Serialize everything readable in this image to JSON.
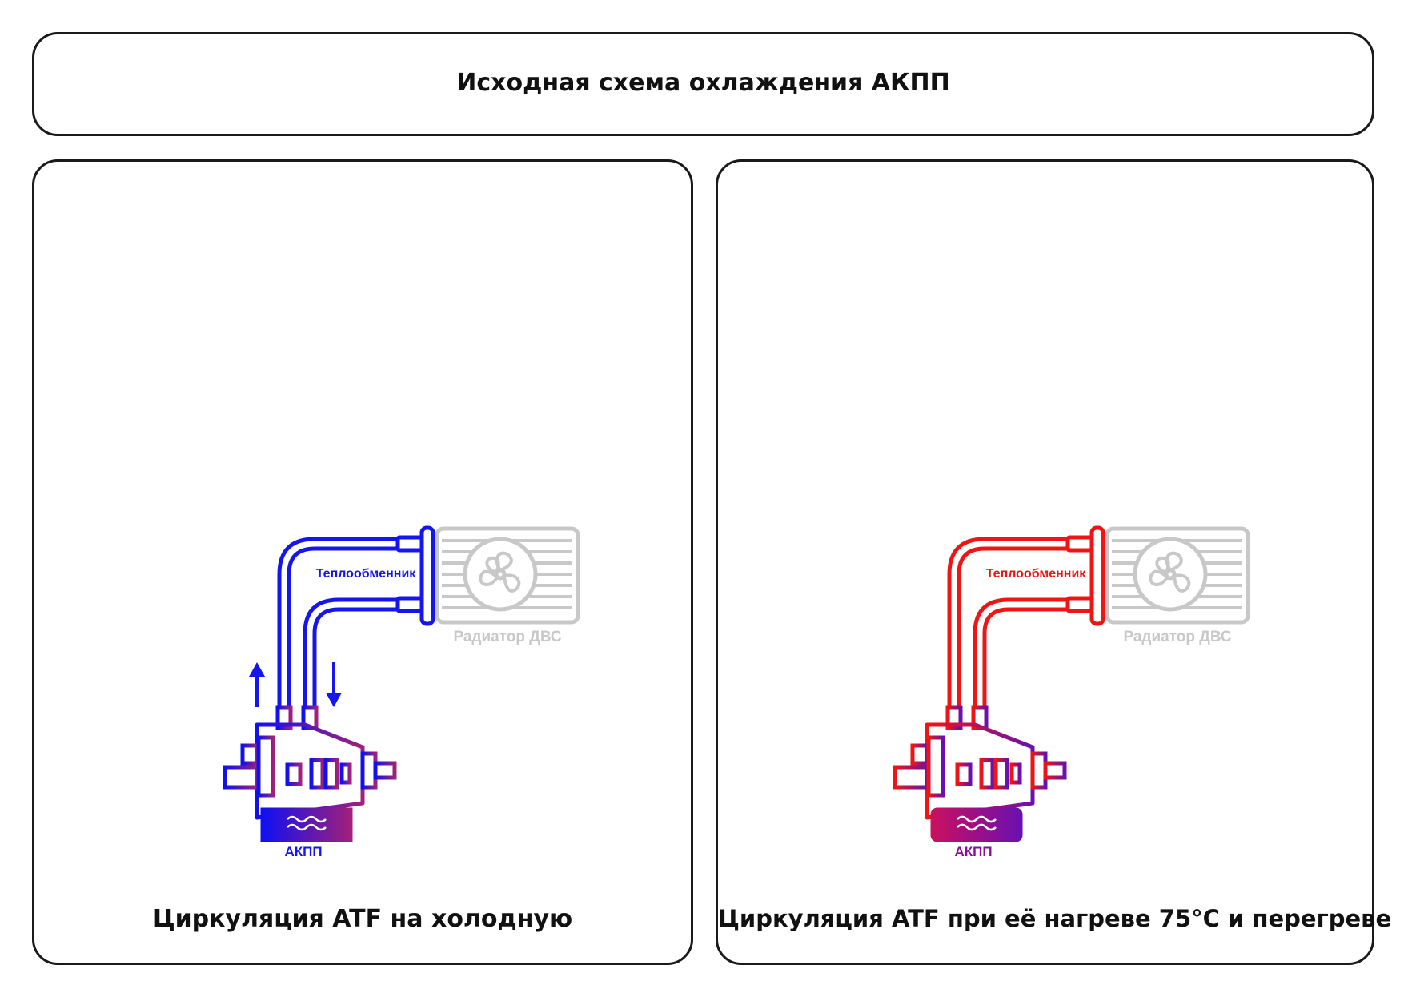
{
  "header": {
    "title": "Исходная схема охлаждения АКПП"
  },
  "panels": [
    {
      "caption": "Циркуляция ATF на холодную",
      "exchanger_label": "Теплообменник",
      "radiator_label": "Радиатор ДВС",
      "gearbox_label": "АКПП",
      "pipe_color": "#1515ee",
      "gearbox_gradient": [
        "#1010f0",
        "#a0207a"
      ],
      "flow_arrows": [
        "up",
        "down"
      ]
    },
    {
      "caption": "Циркуляция ATF при её нагреве 75°С и перегреве",
      "exchanger_label": "Теплообменник",
      "radiator_label": "Радиатор ДВС",
      "gearbox_label": "АКПП",
      "pipe_color": "#f01414",
      "gearbox_gradient": [
        "#f01414",
        "#6a10b0"
      ]
    }
  ],
  "colors": {
    "radiator": "#c8c8c8",
    "border": "#1a1a1a"
  }
}
